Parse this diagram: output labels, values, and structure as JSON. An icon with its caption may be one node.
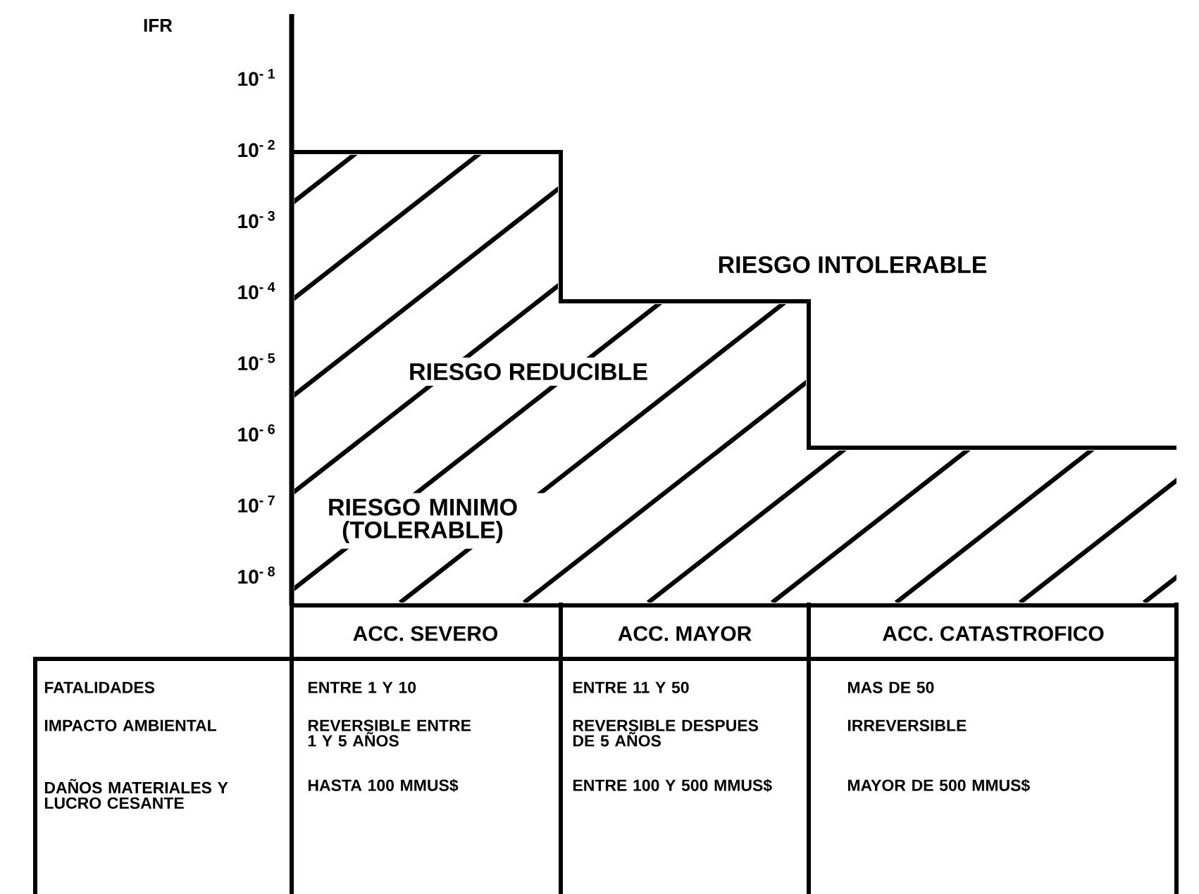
{
  "diagram": {
    "labels": [
      "IFR",
      "10$^{- 1}$",
      "10$^{- 2}$",
      "10$^{- 3}$",
      "10$^{- 4}$",
      "10$^{- 5}$",
      "10$^{- 6}$",
      "10$^{- 7}$",
      "10$^{- 8}$",
      "RIESGO INTOLERABLE",
      "RIESGO REDUCIBLE",
      "RIESGO MINIMO (TOLERABLE)",
      "ACC. SEVERO",
      "ACC. MAYOR",
      "ACC. CATASTROFICO",
      "FATALIDADES",
      "ENTRE 1 Y 10",
      "ENTRE 11 Y 50",
      "MAS DE 50",
      "IMPACTO AMBIENTAL",
      "REVERSIBLE ENTRE 1 Y 5 AÑOS",
      "REVERSIBLE DESPUES DE 5 AÑOS",
      "IRREVERSIBLE",
      "DAÑOS MATERIALES Y LUCRO CESANTE",
      "HASTA 100 MMUS$",
      "ENTRE 100 Y 500 MMUS$",
      "MAYOR DE 500 MMUS$"
    ]
  }
}
